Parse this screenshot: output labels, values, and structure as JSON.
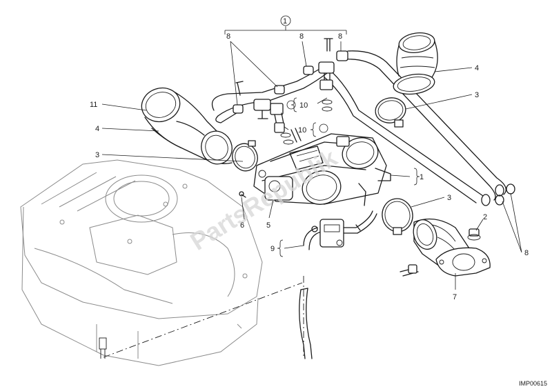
{
  "watermark": "PartsRepublik",
  "drawing_code": "IMP00615",
  "callouts": {
    "assembly": "1",
    "ref_1_right": "1",
    "ref_2": "2",
    "ref_3_top": "3",
    "ref_3_left": "3",
    "ref_3_mid": "3",
    "ref_4_top": "4",
    "ref_4_left": "4",
    "ref_5": "5",
    "ref_6": "6",
    "ref_7": "7",
    "ref_8_a": "8",
    "ref_8_b": "8",
    "ref_8_c": "8",
    "ref_8_right": "8",
    "ref_9": "9",
    "ref_10_a": "10",
    "ref_10_b": "10",
    "ref_11": "11"
  }
}
